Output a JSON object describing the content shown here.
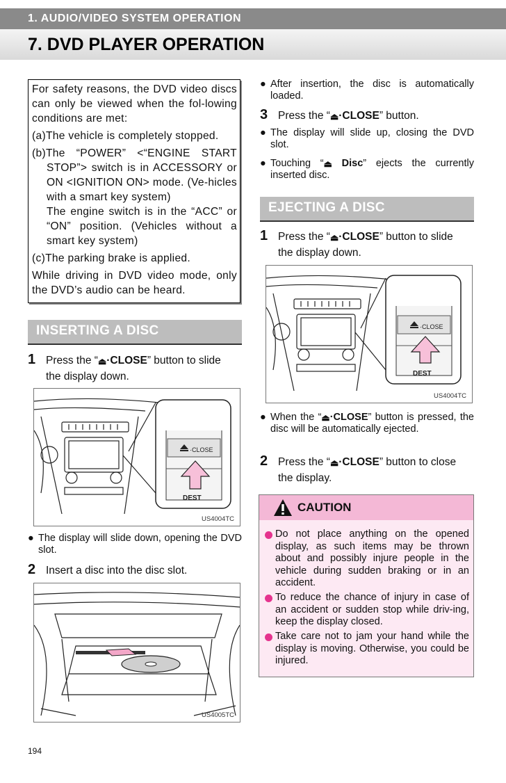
{
  "header": {
    "section": "1. AUDIO/VIDEO SYSTEM OPERATION",
    "chapter": "7. DVD PLAYER OPERATION"
  },
  "safety_box": {
    "intro": "For safety reasons, the DVD video discs can only be viewed when the fol-lowing conditions are met:",
    "a": "(a)The vehicle is completely stopped.",
    "b": "(b)The “POWER” <“ENGINE START STOP”> switch is in ACCESSORY or ON <IGNITION ON> mode. (Ve-hicles with a smart key system)",
    "b2": "The engine switch is in the “ACC” or “ON” position. (Vehicles without a smart key system)",
    "c": "(c)The parking brake is applied.",
    "outro": "While driving in DVD video mode, only the DVD’s audio can be heard."
  },
  "inserting": {
    "title": "INSERTING A DISC",
    "step1_num": "1",
    "step1_pre": "Press the “",
    "step1_btn": "·CLOSE",
    "step1_post": "” button to slide",
    "step1_line2": "the display down.",
    "fig1_code": "US4004TC",
    "fig1_close_label": "·CLOSE",
    "fig1_dest_label": "DEST",
    "bullet1": "The display will slide down, opening the DVD slot.",
    "step2_num": "2",
    "step2_text": "Insert a disc into the disc slot.",
    "fig2_code": "US4005TC"
  },
  "right_top": {
    "bullet1": "After insertion, the disc is automatically loaded.",
    "step3_num": "3",
    "step3_pre": "Press the “",
    "step3_btn": "·CLOSE",
    "step3_post": "” button.",
    "bullet2": "The display will slide up, closing the DVD slot.",
    "bullet3_pre": "Touching “",
    "bullet3_btn": " Disc",
    "bullet3_post": "” ejects the currently inserted disc."
  },
  "ejecting": {
    "title": "EJECTING A DISC",
    "step1_num": "1",
    "step1_pre": "Press the “",
    "step1_btn": "·CLOSE",
    "step1_post": "” button to slide",
    "step1_line2": "the display down.",
    "fig_code": "US4004TC",
    "fig_close_label": "·CLOSE",
    "fig_dest_label": "DEST",
    "bullet1_pre": "When the “",
    "bullet1_btn": "·CLOSE",
    "bullet1_post": "” button is pressed, the disc will be automatically ejected.",
    "step2_num": "2",
    "step2_pre": "Press the “",
    "step2_btn": "·CLOSE",
    "step2_post": "” button to close",
    "step2_line2": "the display."
  },
  "caution": {
    "title": "CAUTION",
    "item1": "Do not place anything on the opened display, as such items may be thrown about and possibly injure people in the vehicle during sudden braking or in an accident.",
    "item2": "To reduce the chance of injury in case of an accident or sudden stop while driv-ing, keep the display closed.",
    "item3": "Take care not to jam your hand while the display is moving. Otherwise, you could be injured."
  },
  "page_number": "194",
  "colors": {
    "header_bar": "#8a8a8a",
    "section_bar": "#bdbdbd",
    "caution_bg": "#fde9f3",
    "caution_bar": "#f4b8d6",
    "caution_bullet": "#e5338e"
  },
  "icons": {
    "eject": "eject-icon",
    "warning": "warning-triangle-icon"
  }
}
